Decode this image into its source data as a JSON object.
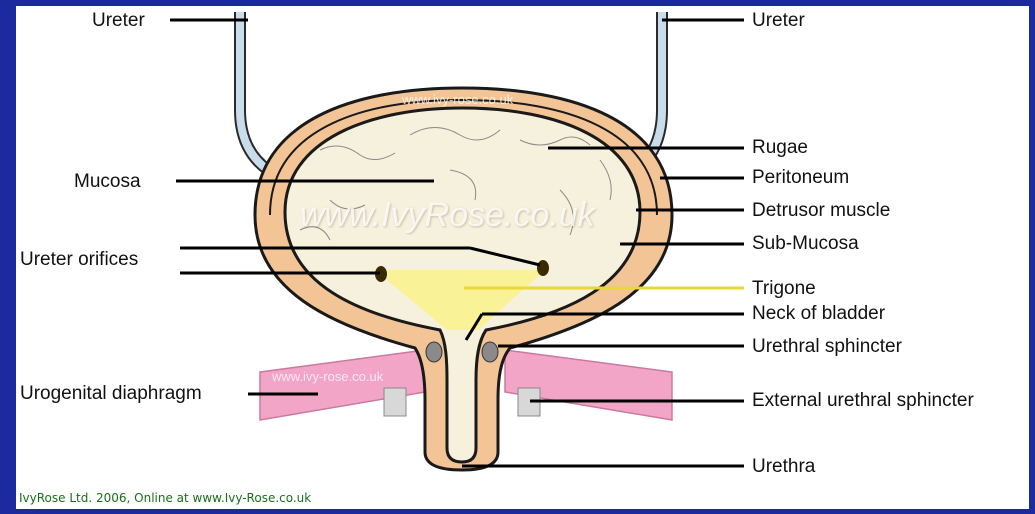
{
  "colors": {
    "background": "#1b2a9e",
    "muscle": "#f3c596",
    "mucosa": "#f6f1dd",
    "trigone": "#fbf28f",
    "ureter": "#c8dcec",
    "diaphragm": "#f2a5c6",
    "leader_line": "#000000",
    "trigone_line": "#e8d83a"
  },
  "labels": {
    "ureter_left": "Ureter",
    "ureter_right": "Ureter",
    "mucosa": "Mucosa",
    "ureter_orifices": "Ureter orifices",
    "urogenital_diaphragm": "Urogenital diaphragm",
    "rugae": "Rugae",
    "peritoneum": "Peritoneum",
    "detrusor_muscle": "Detrusor muscle",
    "sub_mucosa": "Sub-Mucosa",
    "trigone": "Trigone",
    "neck_of_bladder": "Neck of bladder",
    "urethral_sphincter": "Urethral sphincter",
    "external_urethral_sphincter": "External urethral sphincter",
    "urethra": "Urethra"
  },
  "watermarks": {
    "top": "www.ivy-rose.co.uk",
    "center": "www.IvyRose.co.uk",
    "diaphragm": "www.ivy-rose.co.uk"
  },
  "footer": {
    "copyright": "IvyRose Ltd. 2006, Online at www.Ivy-Rose.co.uk"
  }
}
